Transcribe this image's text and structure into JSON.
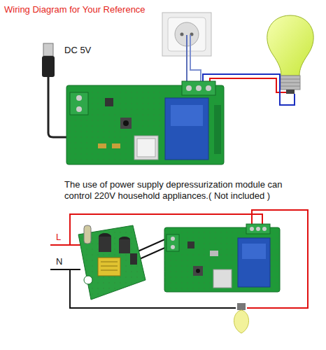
{
  "diagram": {
    "title": "Wiring Diagram for Your Reference",
    "labels": [
      "DC 5V",
      "The use of power supply depressurization module can control 220V household appliances.( Not included )",
      "L",
      "N"
    ]
  }
}
